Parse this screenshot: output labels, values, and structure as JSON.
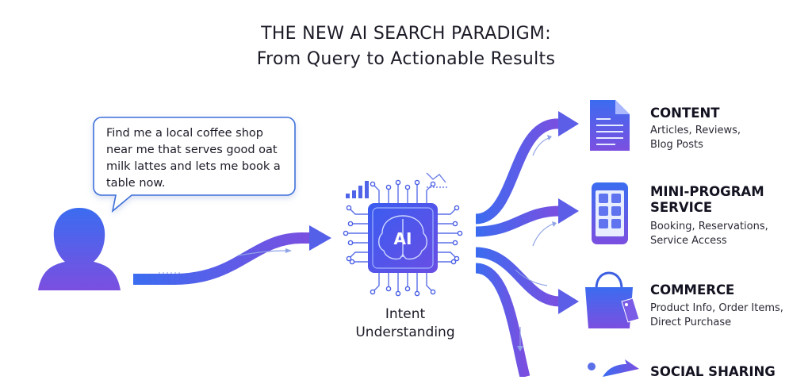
{
  "header": {
    "title_line1": "THE NEW AI SEARCH PARADIGM:",
    "title_line2": "From Query to Actionable Results"
  },
  "query": {
    "text": "Find me a local coffee shop near me that serves good oat milk lattes and lets me book a table now."
  },
  "processor": {
    "chip_label": "AI",
    "caption_line1": "Intent",
    "caption_line2": "Understanding"
  },
  "outputs": [
    {
      "title": "CONTENT",
      "desc_line1": "Articles, Reviews,",
      "desc_line2": "Blog Posts",
      "icon": "document-icon"
    },
    {
      "title_line1": "MINI-PROGRAM",
      "title_line2": "SERVICE",
      "desc_line1": "Booking, Reservations,",
      "desc_line2": "Service Access",
      "icon": "smartphone-icon"
    },
    {
      "title": "COMMERCE",
      "desc_line1": "Product Info, Order Items,",
      "desc_line2": "Direct Purchase",
      "icon": "shopping-bag-icon"
    },
    {
      "title": "SOCIAL SHARING",
      "icon": "share-icon"
    }
  ],
  "colors": {
    "gradient_start": "#3b6cf0",
    "gradient_end": "#7b4fe0",
    "chip_fill": "#4a64e8",
    "text": "#1c1c28"
  }
}
